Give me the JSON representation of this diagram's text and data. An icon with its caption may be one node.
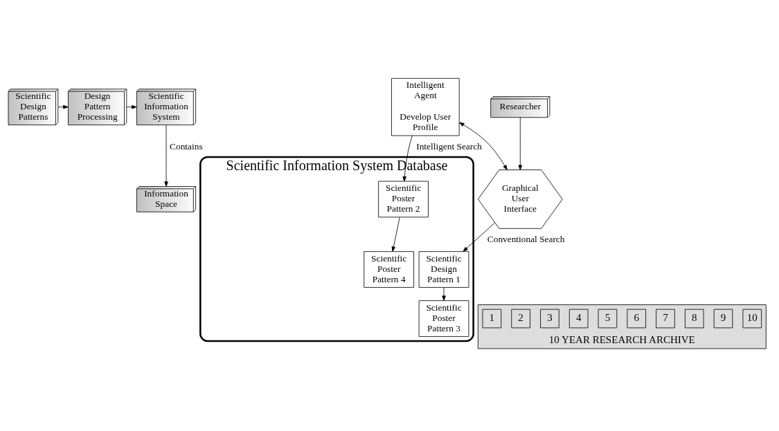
{
  "diagram": {
    "nodes": [
      {
        "text": [
          "Scientific Design Patterns"
        ]
      },
      {
        "text": [
          "Design Pattern Processing"
        ]
      },
      {
        "text": [
          "Scientific Information System"
        ]
      },
      {
        "text": [
          "Information Space"
        ]
      },
      {
        "text": [
          "Scientific Information System Database"
        ]
      },
      {
        "text": [
          "Scientific Poster Pattern 3"
        ],
        "in": 4
      },
      {
        "text": [
          "Scientific Design Pattern 1"
        ],
        "in": 4
      },
      {
        "text": [
          "Scientific Poster Pattern 2"
        ],
        "in": 4
      },
      {
        "text": [
          "Scientific Poster Pattern 4"
        ],
        "in": 4
      },
      {
        "text": [
          "Intelligent Agent",
          "Develop User Profile"
        ]
      },
      {
        "text": [
          "Researcher"
        ]
      },
      {
        "text": [
          "Graphical User Interface"
        ]
      },
      {
        "text": [
          "10 YEAR RESEARCH ARCHIVE"
        ]
      },
      {
        "text": [
          "1"
        ],
        "in": 12
      },
      {
        "text": [
          "2"
        ],
        "in": 12
      },
      {
        "text": [
          "3"
        ],
        "in": 12
      },
      {
        "text": [
          "4"
        ],
        "in": 12
      },
      {
        "text": [
          "5"
        ],
        "in": 12
      },
      {
        "text": [
          "6"
        ],
        "in": 12
      },
      {
        "text": [
          "7"
        ],
        "in": 12
      },
      {
        "text": [
          "8"
        ],
        "in": 12
      },
      {
        "text": [
          "9"
        ],
        "in": 12
      },
      {
        "text": [
          "10"
        ],
        "in": 12
      }
    ],
    "edges": [
      {
        "from": 0,
        "to": 1,
        "arrow": "to"
      },
      {
        "from": 1,
        "to": 2,
        "arrow": "to"
      },
      {
        "from": 2,
        "to": 3,
        "label": "Contains",
        "arrow": "to"
      },
      {
        "from": 6,
        "to": 5,
        "arrow": "to"
      },
      {
        "from": 7,
        "to": 8,
        "arrow": "to"
      },
      {
        "from": 11,
        "to": 6,
        "label": "Conventional Search",
        "arrow": "to"
      },
      {
        "from": 9,
        "to": 7,
        "label": "Intelligent Search",
        "arrow": "to"
      },
      {
        "from": 9,
        "to": 11,
        "arrow": "both"
      },
      {
        "from": 10,
        "to": 11,
        "arrow": "to"
      }
    ]
  }
}
